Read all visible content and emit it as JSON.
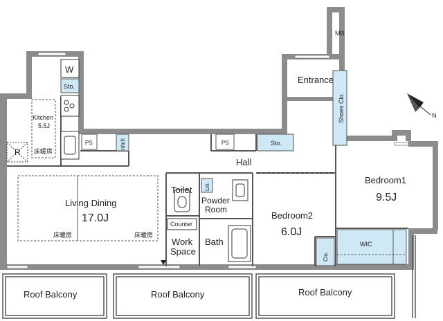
{
  "rooms": {
    "living": "Living Dining",
    "living_size": "17.0J",
    "kitchen": "Kitchen",
    "kitchen_size": "5.5J",
    "bedroom1": "Bedroom1",
    "bedroom1_size": "9.5J",
    "bedroom2": "Bedroom2",
    "bedroom2_size": "6.0J",
    "hall": "Hall",
    "entrance": "Entrance",
    "toilet": "Toilet",
    "powder": "Powder",
    "powder2": "Room",
    "bath": "Bath",
    "work": "Work",
    "work2": "Space",
    "counter": "Counter",
    "wic": "WIC",
    "floor_heat": "床暖房"
  },
  "fixtures": {
    "mb": "MB",
    "w": "W",
    "sto": "Sto.",
    "ps": "PS",
    "nitch": "nitch",
    "shoes_clo": "Shoes Clo.",
    "clo": "Clo.",
    "lin": "Lin.",
    "r": "R"
  },
  "balconies": [
    "Roof Balcony",
    "Roof Balcony",
    "Roof Balcony"
  ],
  "compass": "N",
  "colors": {
    "wall": "#8c8c8c",
    "storage": "#cfe8f5",
    "line": "#333333"
  }
}
